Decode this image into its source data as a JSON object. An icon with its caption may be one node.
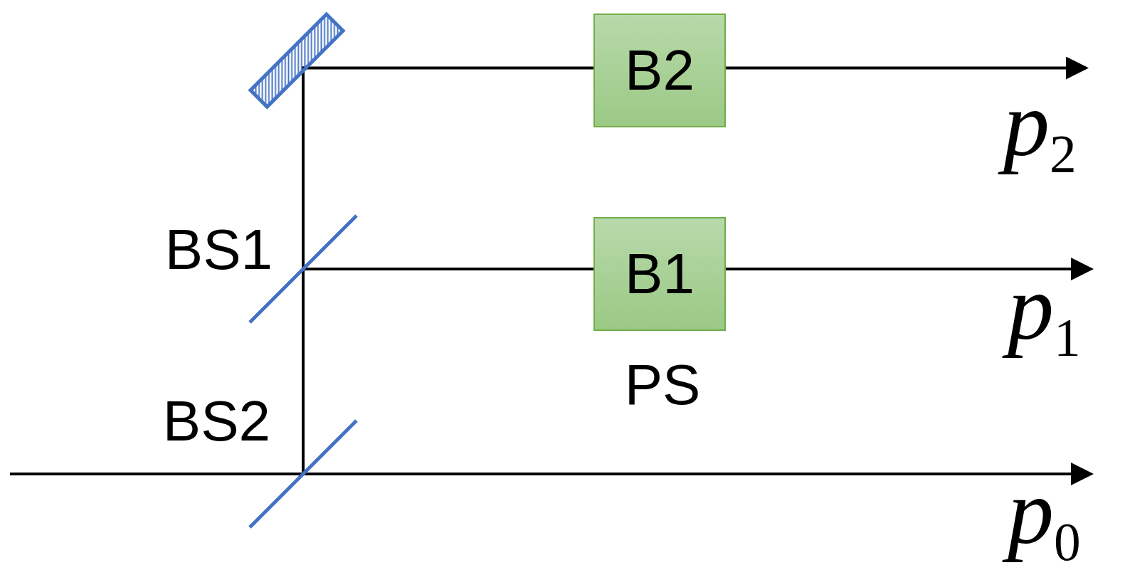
{
  "diagram": {
    "nodes": [
      {
        "text": [],
        "shape": "box"
      },
      {
        "text": [
          "B2"
        ]
      },
      {
        "text": [],
        "shape": "bar",
        "beside": [
          "BS1"
        ]
      },
      {
        "text": [
          "B1"
        ],
        "beside": [
          "PS"
        ]
      },
      {
        "text": [],
        "shape": "bar",
        "beside": [
          "BS2"
        ]
      }
    ],
    "edges": [
      {
        "from": null,
        "to": 4,
        "arrow": "none"
      },
      {
        "from": 4,
        "to": null,
        "arrow": "to"
      },
      {
        "from": 4,
        "to": 2,
        "arrow": "none"
      },
      {
        "from": 2,
        "to": 0,
        "arrow": "none"
      },
      {
        "from": 0,
        "to": 1,
        "arrow": "none"
      },
      {
        "from": 1,
        "to": null,
        "arrow": "to"
      },
      {
        "from": 2,
        "to": 3,
        "arrow": "none"
      },
      {
        "from": 3,
        "to": null,
        "arrow": "to"
      }
    ],
    "labels": [
      "*p*$_{2}$",
      "*p*$_{1}$",
      "*p*$_{0}$"
    ]
  }
}
